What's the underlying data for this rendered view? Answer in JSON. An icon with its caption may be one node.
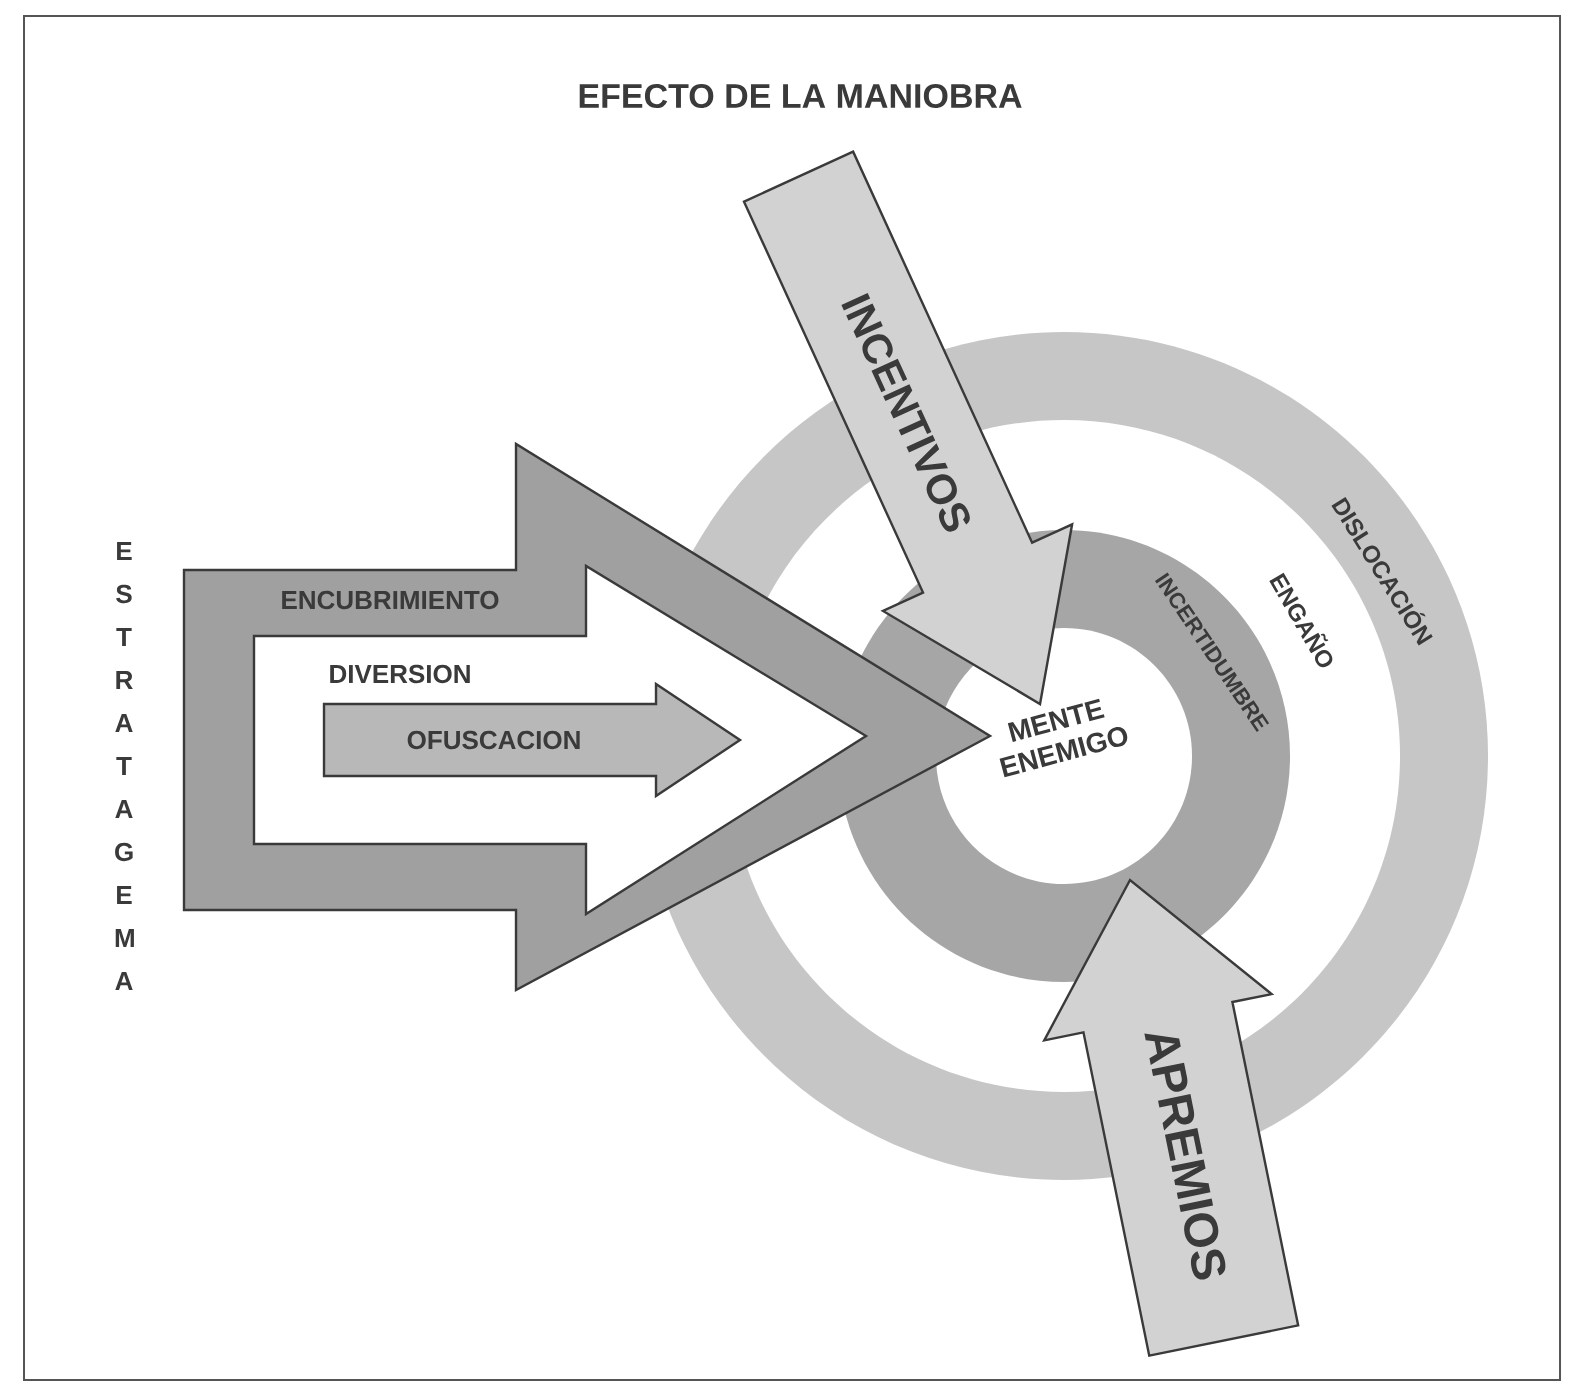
{
  "diagram": {
    "title": "EFECTO DE LA MANIOBRA",
    "nodes": [
      {
        "text": [
          "ENCUBRIMIENTO"
        ]
      },
      {
        "text": [
          "DIVERSION"
        ],
        "in": 0
      },
      {
        "text": [
          "OFUSCACION"
        ],
        "in": 1
      },
      {
        "text": [
          "INCENTIVOS"
        ]
      },
      {
        "text": [
          "DISLOCACIÓN"
        ]
      },
      {
        "text": [
          "ENGAÑO"
        ],
        "in": 4
      },
      {
        "text": [
          "INCERTIDUMBRE"
        ],
        "in": 5
      },
      {
        "text": [
          "MENTE ENEMIGO"
        ],
        "in": 6
      },
      {
        "text": [
          "APREMIOS"
        ]
      }
    ],
    "labels": [
      "ESTRATAGEMA"
    ]
  }
}
